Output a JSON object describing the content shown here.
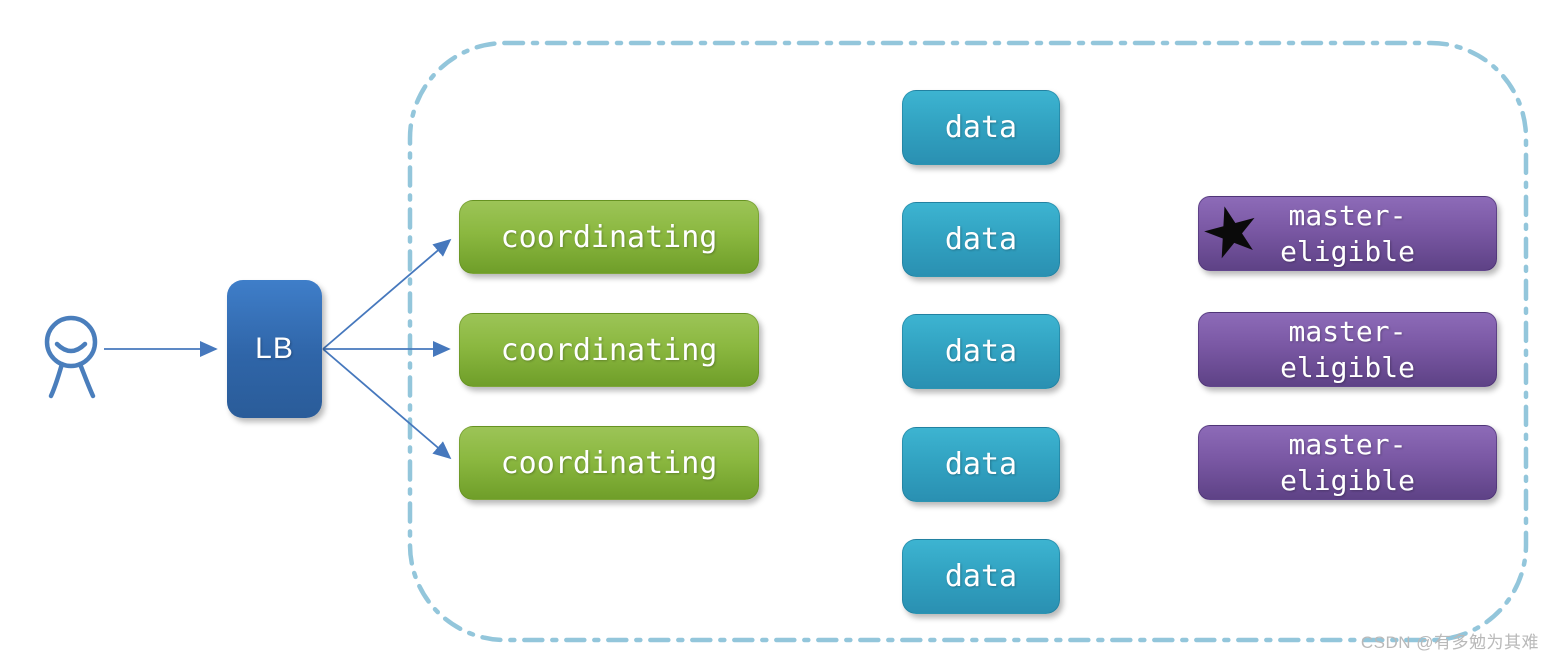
{
  "diagram": {
    "title_hint": "load-balanced cluster node diagram",
    "nodes": {
      "load_balancer": {
        "label": "LB"
      },
      "coordinating": [
        {
          "label": "coordinating"
        },
        {
          "label": "coordinating"
        },
        {
          "label": "coordinating"
        }
      ],
      "data": [
        {
          "label": "data"
        },
        {
          "label": "data"
        },
        {
          "label": "data"
        },
        {
          "label": "data"
        },
        {
          "label": "data"
        }
      ],
      "master_eligible": [
        {
          "line1": "master-",
          "line2": "eligible",
          "starred": true
        },
        {
          "line1": "master-",
          "line2": "eligible",
          "starred": false
        },
        {
          "line1": "master-",
          "line2": "eligible",
          "starred": false
        }
      ]
    },
    "icons": {
      "star_glyph": "★",
      "user_icon": "person-stick-figure"
    },
    "colors": {
      "lb_gradient_top": "#3f7ec9",
      "lb_gradient_bottom": "#2a5c99",
      "coordinating_gradient_top": "#9cc457",
      "coordinating_gradient_bottom": "#6f9e29",
      "data_gradient_top": "#3db4d1",
      "data_gradient_bottom": "#2a90b2",
      "master_gradient_top": "#8d6bb8",
      "master_gradient_bottom": "#5e4286",
      "cluster_border_dash": "#93c6db",
      "arrow": "#4678bd",
      "watermark_text": "#b9b9b9",
      "star": "#0a0a0a"
    },
    "watermark": {
      "text": "CSDN @有多勉为其难"
    }
  }
}
